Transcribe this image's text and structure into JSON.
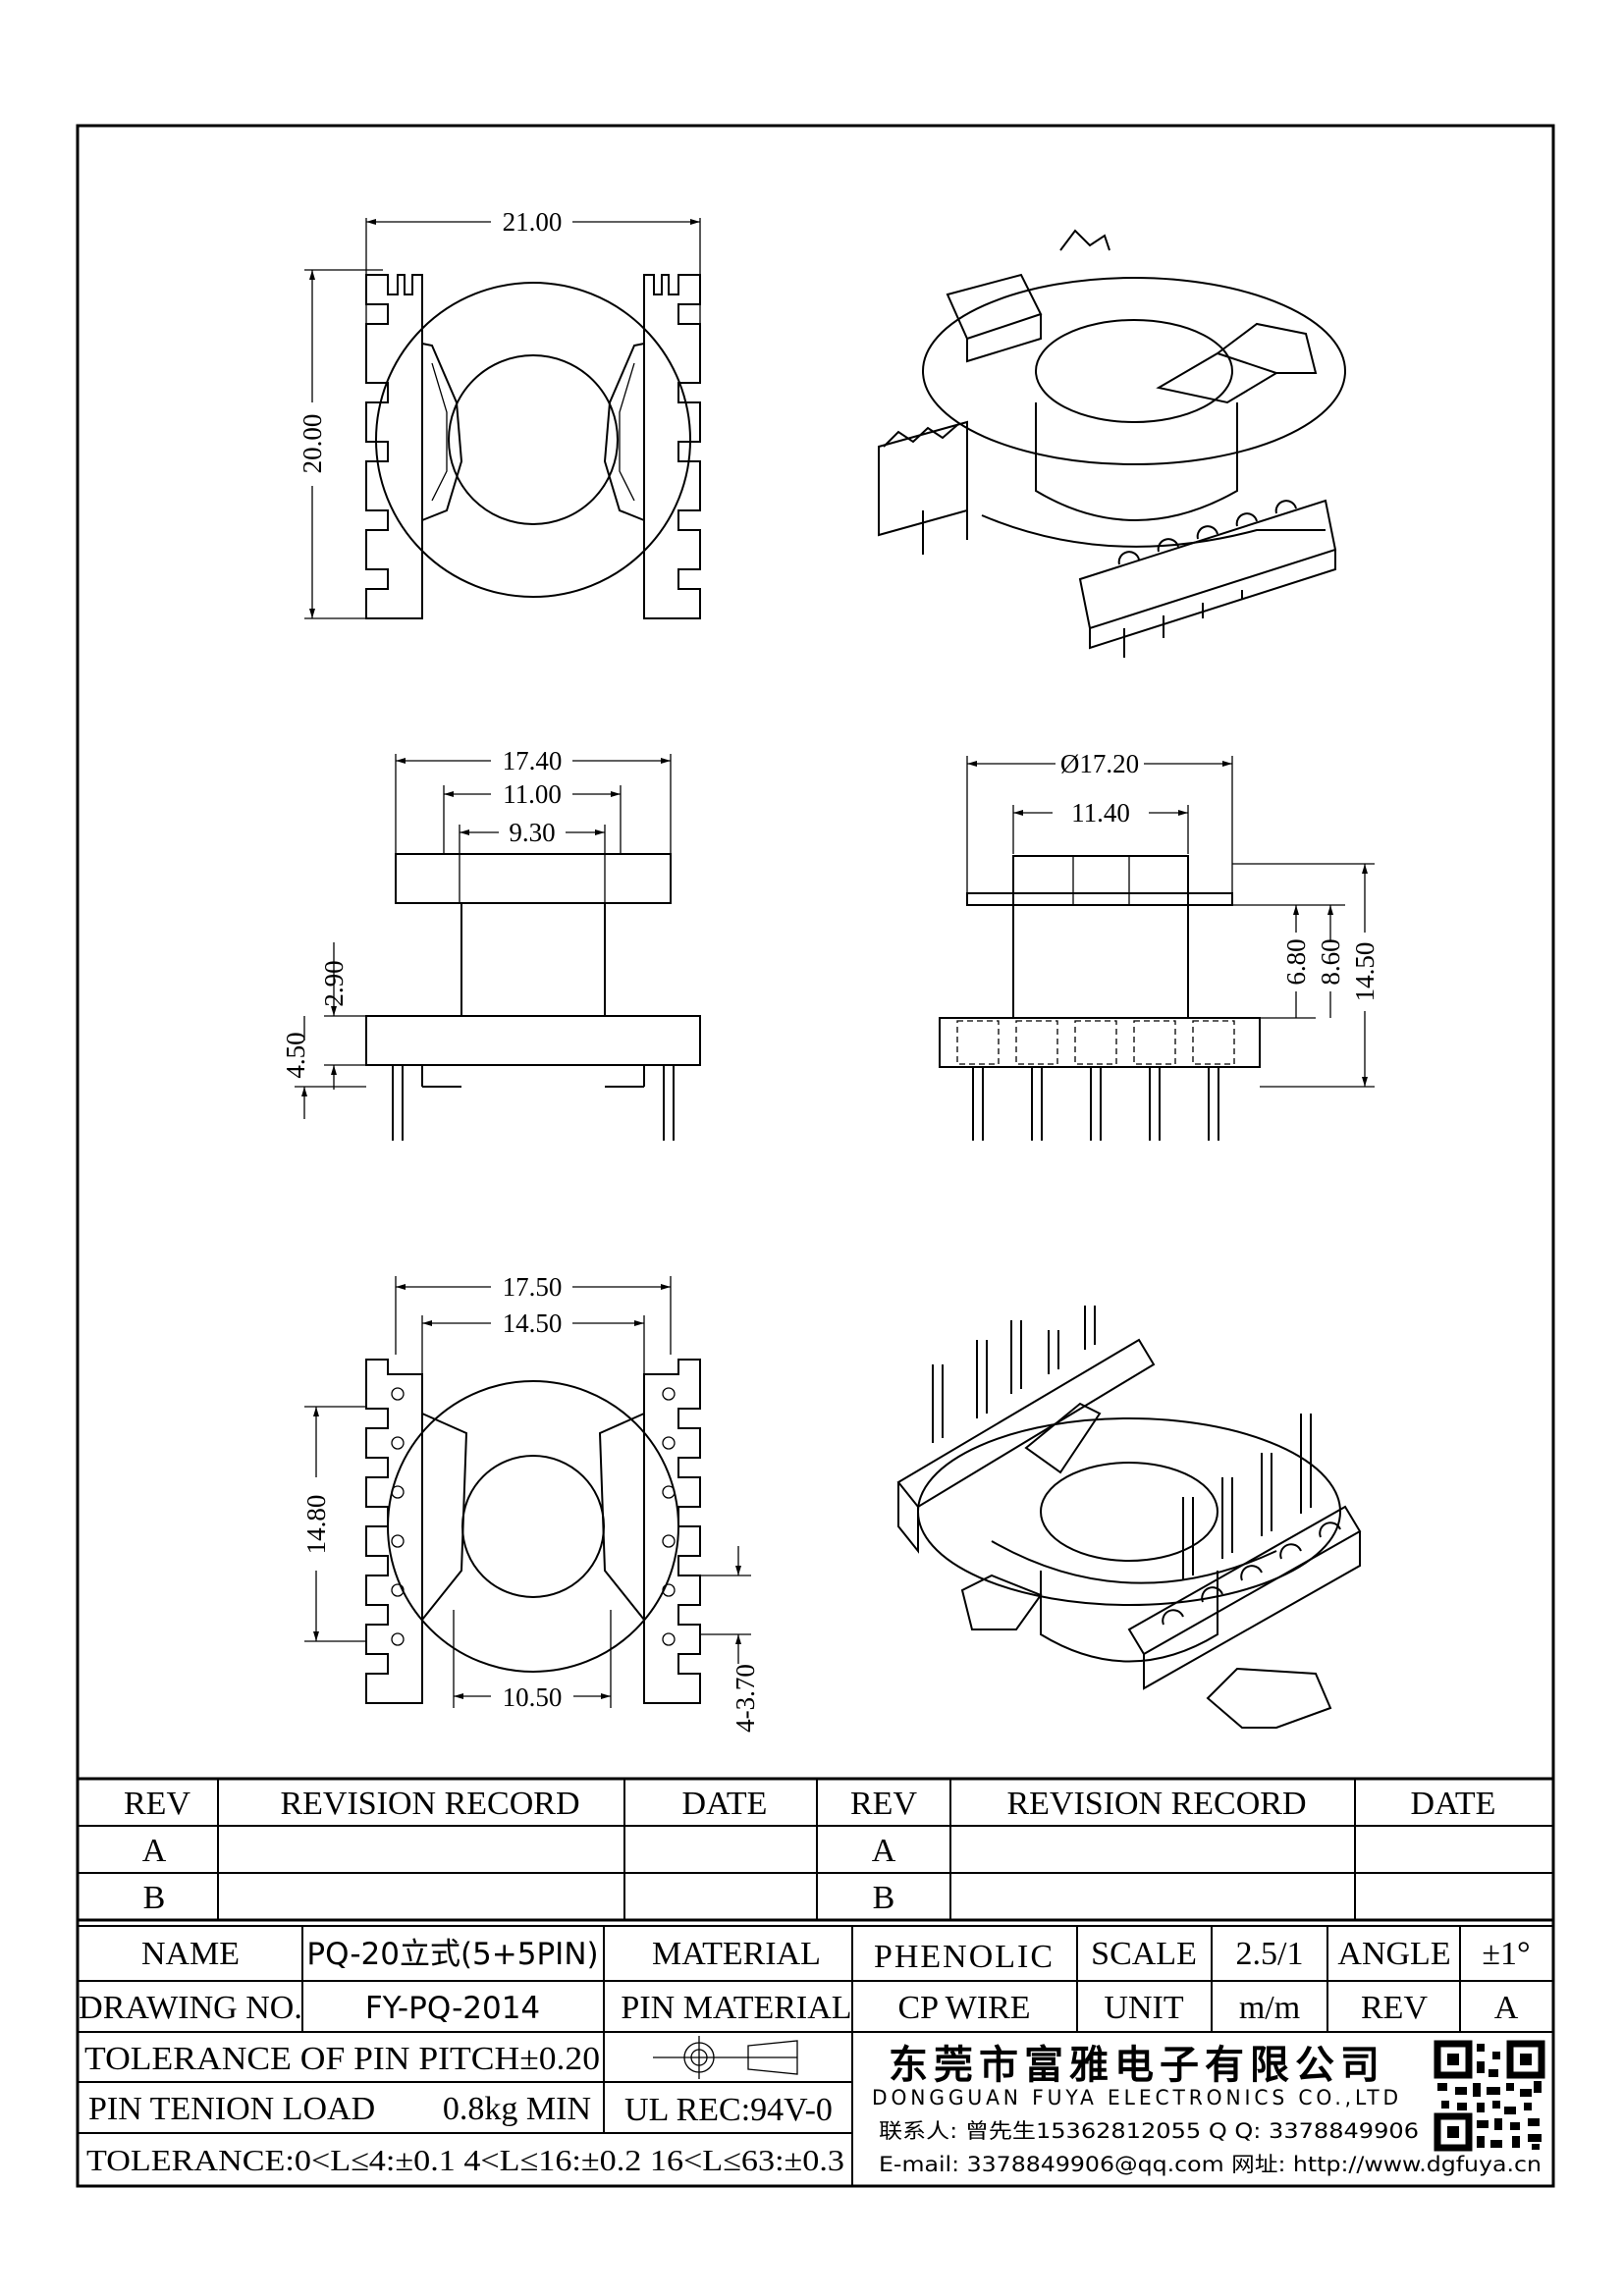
{
  "views": {
    "top_view": {
      "width": "21.00",
      "height": "20.00"
    },
    "front_view": {
      "d1": "17.40",
      "d2": "11.00",
      "d3": "9.30",
      "d4": "2.90",
      "d5": "4.50"
    },
    "side_view": {
      "d1": "Ø17.20",
      "d2": "11.40",
      "d3": "6.80",
      "d4": "8.60",
      "d5": "14.50"
    },
    "bottom_view": {
      "d1": "17.50",
      "d2": "14.50",
      "d3": "14.80",
      "d4": "10.50",
      "d5": "4-3.70"
    }
  },
  "revision_table": {
    "header": {
      "rev": "REV",
      "record": "REVISION RECORD",
      "date": "DATE"
    },
    "rows": [
      "A",
      "B"
    ]
  },
  "title_block": {
    "name_label": "NAME",
    "name_value": "PQ-20立式(5+5PIN)",
    "material_label": "MATERIAL",
    "material_value": "PHENOLIC",
    "scale_label": "SCALE",
    "scale_value": "2.5/1",
    "angle_label": "ANGLE",
    "angle_value": "±1°",
    "drawing_no_label": "DRAWING NO.",
    "drawing_no_value": "FY-PQ-2014",
    "pin_material_label": "PIN MATERIAL",
    "pin_material_value": "CP WIRE",
    "unit_label": "UNIT",
    "unit_value": "m/m",
    "rev_label": "REV",
    "rev_value": "A",
    "tolerance_pitch": "TOLERANCE OF PIN PITCH±0.20",
    "pin_tension_label": "PIN TENION LOAD",
    "pin_tension_value": "0.8kg MIN",
    "ul": "UL REC:94V-0",
    "tolerance_general": "TOLERANCE:0<L≤4:±0.1  4<L≤16:±0.2  16<L≤63:±0.3"
  },
  "company": {
    "name_cn": "东莞市富雅电子有限公司",
    "name_en": "DONGGUAN FUYA ELECTRONICS CO.,LTD",
    "contact_line": "联系人: 曾先生15362812055   Q Q: 3378849906",
    "email_line": "E-mail: 3378849906@qq.com  网址: http://www.dgfuya.cn"
  }
}
